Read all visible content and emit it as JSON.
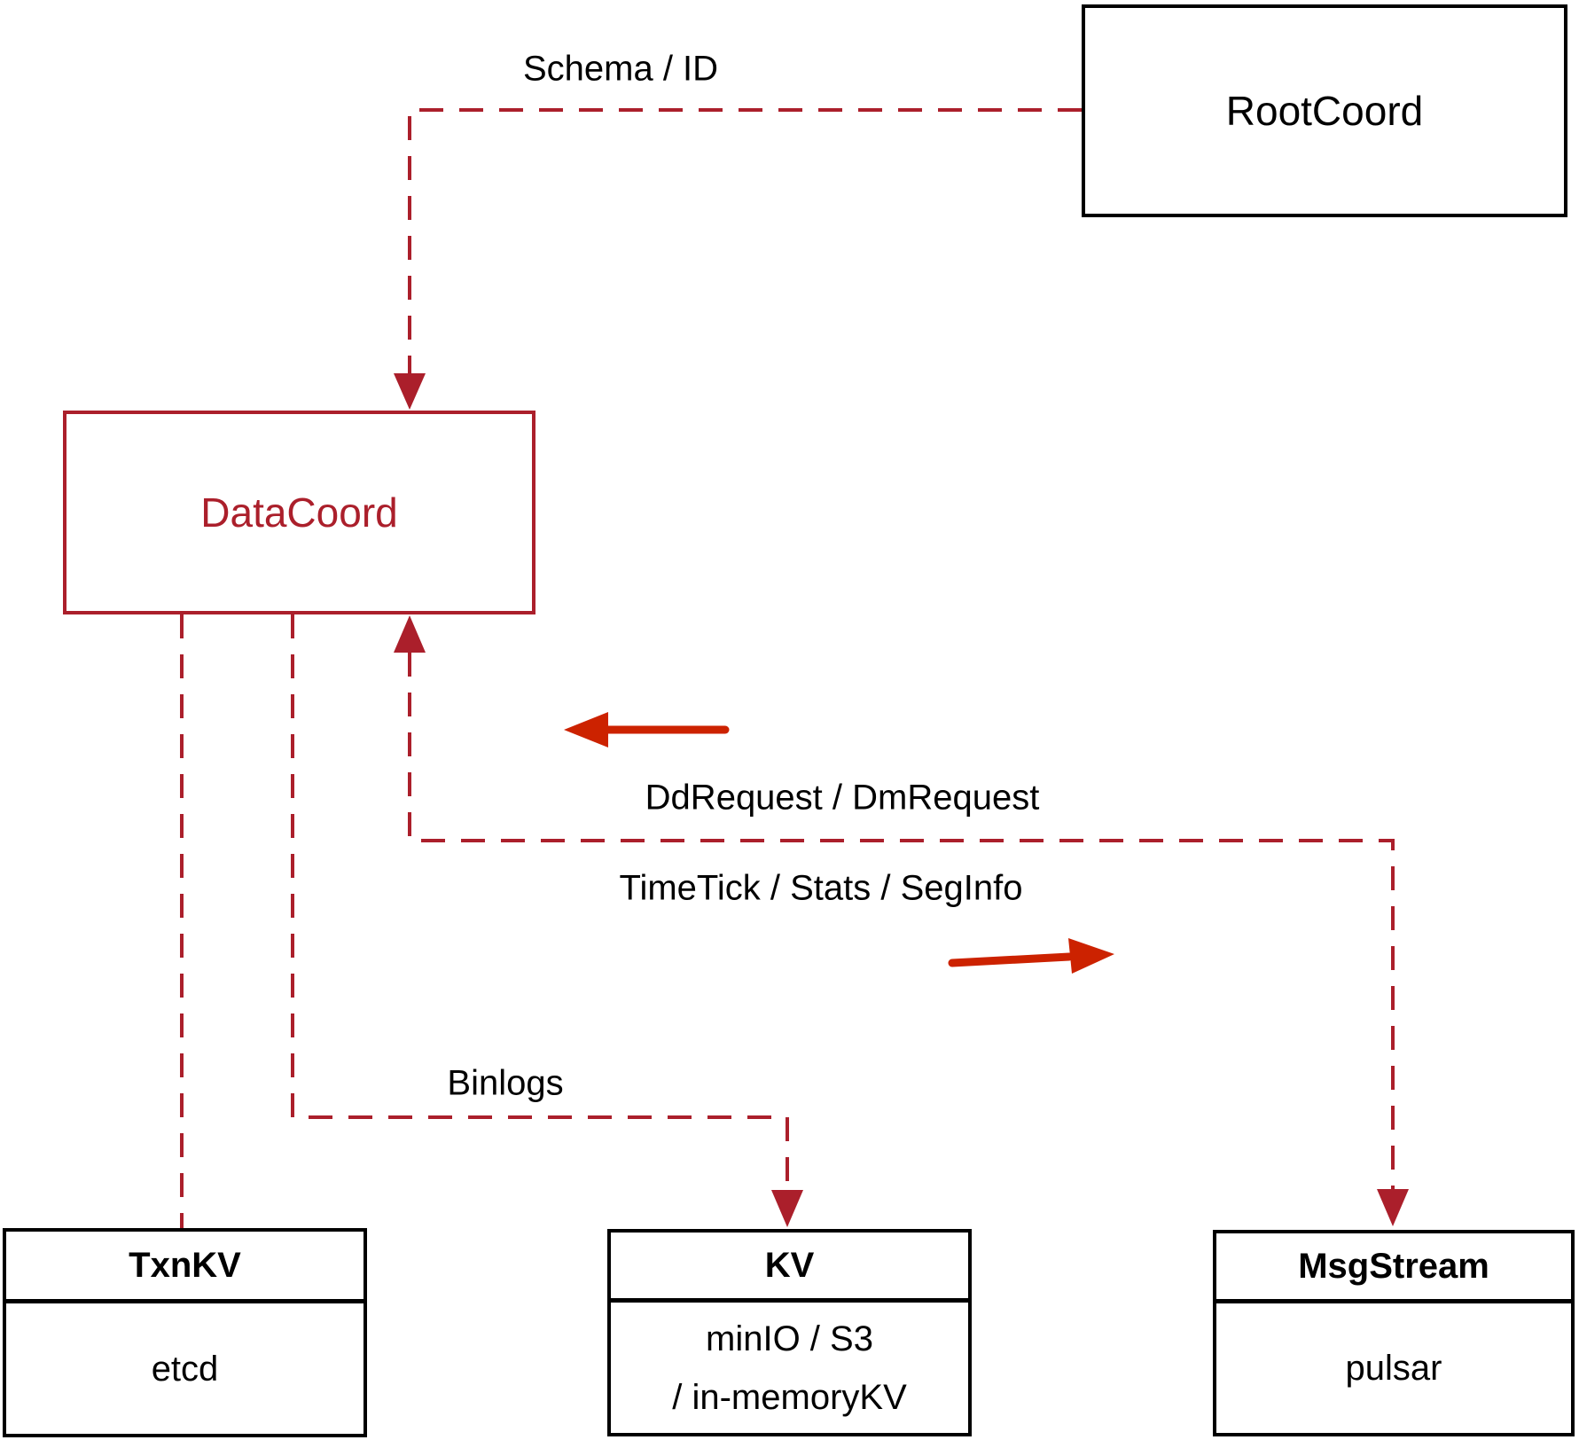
{
  "colors": {
    "connector_red": "#ab1f2b",
    "solid_arrow_red": "#cc2200",
    "node_black": "#000000"
  },
  "nodes": {
    "rootcoord": {
      "label": "RootCoord"
    },
    "datacoord": {
      "label": "DataCoord"
    },
    "txnkv": {
      "title": "TxnKV",
      "body": "etcd"
    },
    "kv": {
      "title": "KV",
      "body_line1": "minIO / S3",
      "body_line2": "/ in-memoryKV"
    },
    "msgstream": {
      "title": "MsgStream",
      "body": "pulsar"
    }
  },
  "edge_labels": {
    "schema_id": "Schema / ID",
    "dd_dm_request": "DdRequest / DmRequest",
    "timetick_stats_seginfo": "TimeTick / Stats / SegInfo",
    "binlogs": "Binlogs"
  }
}
